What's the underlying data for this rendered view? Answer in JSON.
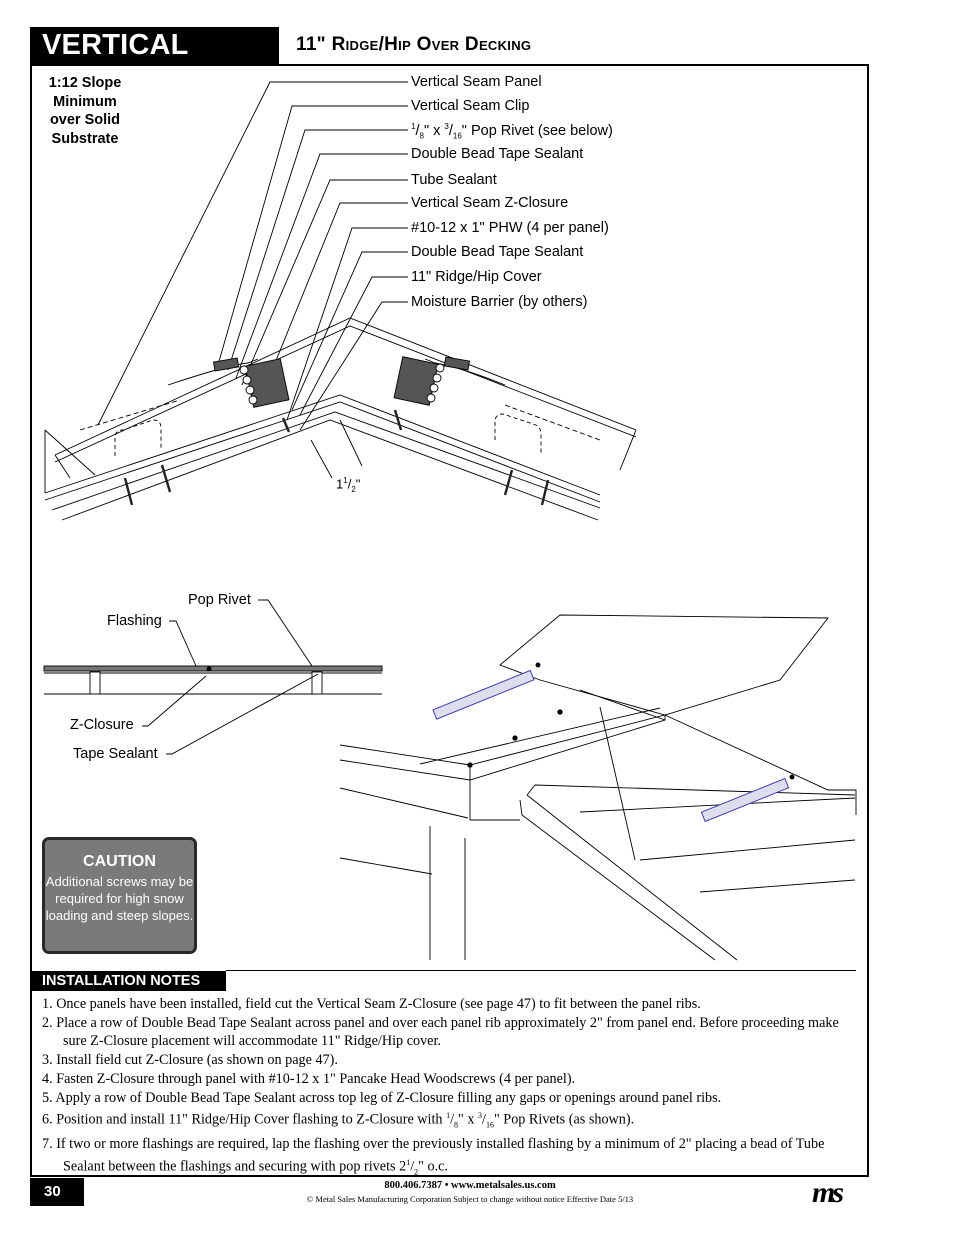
{
  "header": {
    "title": "VERTICAL SEAM",
    "subtitle": "11\" Ridge/Hip Over Decking"
  },
  "slope_note": "1:12 Slope Minimum over Solid Substrate",
  "callouts": {
    "panel": "Vertical Seam Panel",
    "clip": "Vertical Seam Clip",
    "rivet_a": "1",
    "rivet_b": "8",
    "rivet_mid": "\" x ",
    "rivet_c": "3",
    "rivet_d": "16",
    "rivet_rest": "\" Pop Rivet (see below)",
    "tape1": "Double Bead Tape Sealant",
    "tube": "Tube Sealant",
    "zclosure": "Vertical Seam Z-Closure",
    "screw": "#10-12 x 1\" PHW (4 per panel)",
    "tape2": "Double Bead Tape Sealant",
    "cover": "11\" Ridge/Hip Cover",
    "barrier": "Moisture Barrier (by others)"
  },
  "dimension": {
    "whole": "1",
    "num": "1",
    "den": "2",
    "unit": "\""
  },
  "detail": {
    "pop_rivet": "Pop Rivet",
    "flashing": "Flashing",
    "z_closure": "Z-Closure",
    "tape_sealant": "Tape Sealant"
  },
  "caution": {
    "title": "CAUTION",
    "body": "Additional screws may be required for high snow loading and steep slopes."
  },
  "installation": {
    "heading": "INSTALLATION NOTES",
    "n1": "1.  Once panels have been installed, field cut the Vertical Seam Z-Closure (see page 47) to fit between the panel ribs.",
    "n2": "2.  Place a row of Double Bead Tape Sealant across panel and over each panel rib approximately 2\" from panel end. Before proceeding make sure Z-Closure placement will accommodate 11\" Ridge/Hip cover.",
    "n3": "3.  Install field cut Z-Closure (as shown on page 47).",
    "n4": "4.  Fasten Z-Closure through panel with #10-12 x 1\" Pancake Head Woodscrews (4 per panel).",
    "n5": "5.  Apply a row of Double Bead Tape Sealant across top leg of Z-Closure filling any gaps or openings around panel ribs.",
    "n6_pre": "6.  Position and install 11\" Ridge/Hip Cover flashing to Z-Closure with ",
    "n6_a": "1",
    "n6_b": "8",
    "n6_mid": "\" x ",
    "n6_c": "3",
    "n6_d": "16",
    "n6_post": "\" Pop Rivets (as shown).",
    "n7_pre": "7.  If two or more flashings are required, lap the flashing over the previously installed flashing by a minimum of 2\" placing a bead of Tube Sealant between the flashings and securing with pop rivets 2",
    "n7_a": "1",
    "n7_b": "2",
    "n7_post": "\" o.c."
  },
  "footer": {
    "page": "30",
    "contact": "800.406.7387 • www.metalsales.us.com",
    "legal": "© Metal Sales Manufacturing Corporation   Subject to change without notice   Effective Date 5/13",
    "logo": "ms"
  }
}
